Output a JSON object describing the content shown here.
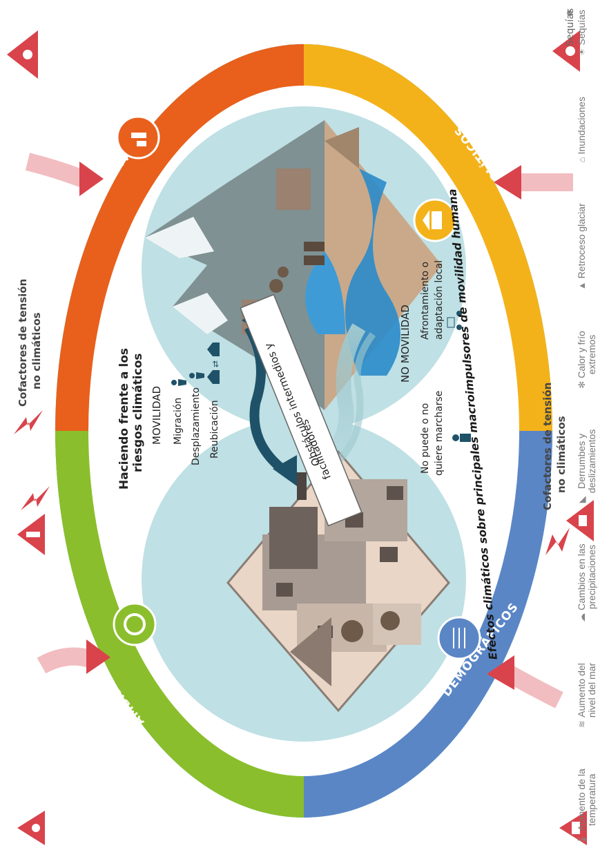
{
  "ring_segments": [
    {
      "label": "AMBIENTALES",
      "color": "#8BBE2C"
    },
    {
      "label": "DEMOGRÁFICOS",
      "color": "#5B86C6"
    },
    {
      "label": "POLÍTICOS",
      "color": "#F4B21A"
    },
    {
      "label": "ECONÓMICOS",
      "color": "#E8601C"
    }
  ],
  "outer_ring_caption": "Efectos climáticos sobre principales macroimpulsores de movilidad humana",
  "cofactors_left": {
    "line1": "Cofactores de tensión",
    "line2": "no climáticos"
  },
  "cofactors_right": {
    "line1": "Cofactores de tensión",
    "line2": "no climáticos"
  },
  "center": {
    "heading_line1": "Haciendo frente a los",
    "heading_line2": "riesgos climáticos",
    "mobility_title": "MOVILIDAD",
    "mobility_items": [
      "Migración",
      "Desplazamiento",
      "Reubicación"
    ],
    "no_mobility_title": "NO MOVILIDAD",
    "no_mobility_left_line1": "No puede o no",
    "no_mobility_left_line2": "quiere marcharse",
    "no_mobility_right_line1": "Afrontamiento o",
    "no_mobility_right_line2": "adaptación local",
    "banner_line1": "Obstáculos intermedios y",
    "banner_line2": "facilitadores"
  },
  "legend": [
    {
      "icon": "drought-icon",
      "line1": "Sequías",
      "line2": ""
    },
    {
      "icon": "flood-icon",
      "line1": "Inundaciones",
      "line2": ""
    },
    {
      "icon": "glacier-icon",
      "line1": "Retroceso glaciar",
      "line2": ""
    },
    {
      "icon": "thermometer-icon",
      "line1": "Calor y frío",
      "line2": "extremos"
    },
    {
      "icon": "landslide-icon",
      "line1": "Derrumbes y",
      "line2": "deslizamientos"
    },
    {
      "icon": "rain-cloud-icon",
      "line1": "Cambios en las",
      "line2": "precipitaciones"
    },
    {
      "icon": "sea-level-icon",
      "line1": "Aumento del",
      "line2": "nivel del mar"
    },
    {
      "icon": "temperature-rise-icon",
      "line1": "Aumento de la",
      "line2": "temperatura"
    }
  ],
  "colors": {
    "teal": "#1FAAAA",
    "hazard_red": "#D9434B",
    "circle_fill": "#BFE0E4",
    "dark_arrow": "#1F5268"
  }
}
